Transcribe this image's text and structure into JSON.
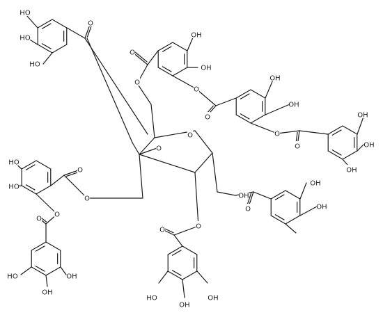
{
  "diagram": {
    "kind": "chemical-structure",
    "atom_labels": [
      {
        "id": "a1",
        "text": "HO"
      },
      {
        "id": "a2",
        "text": "HO"
      },
      {
        "id": "a3",
        "text": "HO"
      },
      {
        "id": "a4",
        "text": "O"
      },
      {
        "id": "a5",
        "text": "O"
      },
      {
        "id": "a6",
        "text": "OH"
      },
      {
        "id": "a7",
        "text": "OH"
      },
      {
        "id": "a8",
        "text": "O"
      },
      {
        "id": "a9",
        "text": "O"
      },
      {
        "id": "a10",
        "text": "OH"
      },
      {
        "id": "a11",
        "text": "OH"
      },
      {
        "id": "a12",
        "text": "O"
      },
      {
        "id": "a13",
        "text": "O"
      },
      {
        "id": "a14",
        "text": "OH"
      },
      {
        "id": "a15",
        "text": "OH"
      },
      {
        "id": "a16",
        "text": "OH"
      },
      {
        "id": "a17",
        "text": "O"
      },
      {
        "id": "a18",
        "text": "O"
      },
      {
        "id": "a19",
        "text": "HO"
      },
      {
        "id": "a20",
        "text": "HO"
      },
      {
        "id": "a21",
        "text": "O"
      },
      {
        "id": "a22",
        "text": "O"
      },
      {
        "id": "a23",
        "text": "O"
      },
      {
        "id": "a24",
        "text": "O"
      },
      {
        "id": "a25",
        "text": "OH"
      },
      {
        "id": "a26",
        "text": "OH"
      },
      {
        "id": "a27",
        "text": "OH"
      },
      {
        "id": "a28",
        "text": "O"
      },
      {
        "id": "a29",
        "text": "O"
      },
      {
        "id": "a30",
        "text": "HO"
      },
      {
        "id": "a31",
        "text": "OH"
      },
      {
        "id": "a32",
        "text": "OH"
      },
      {
        "id": "a33",
        "text": "O"
      },
      {
        "id": "a34",
        "text": "O"
      },
      {
        "id": "a35",
        "text": "HO"
      },
      {
        "id": "a36",
        "text": "OH"
      },
      {
        "id": "a37",
        "text": "OH"
      }
    ]
  },
  "colors": {
    "ink": "#1a1a1a",
    "background": "#ffffff"
  }
}
